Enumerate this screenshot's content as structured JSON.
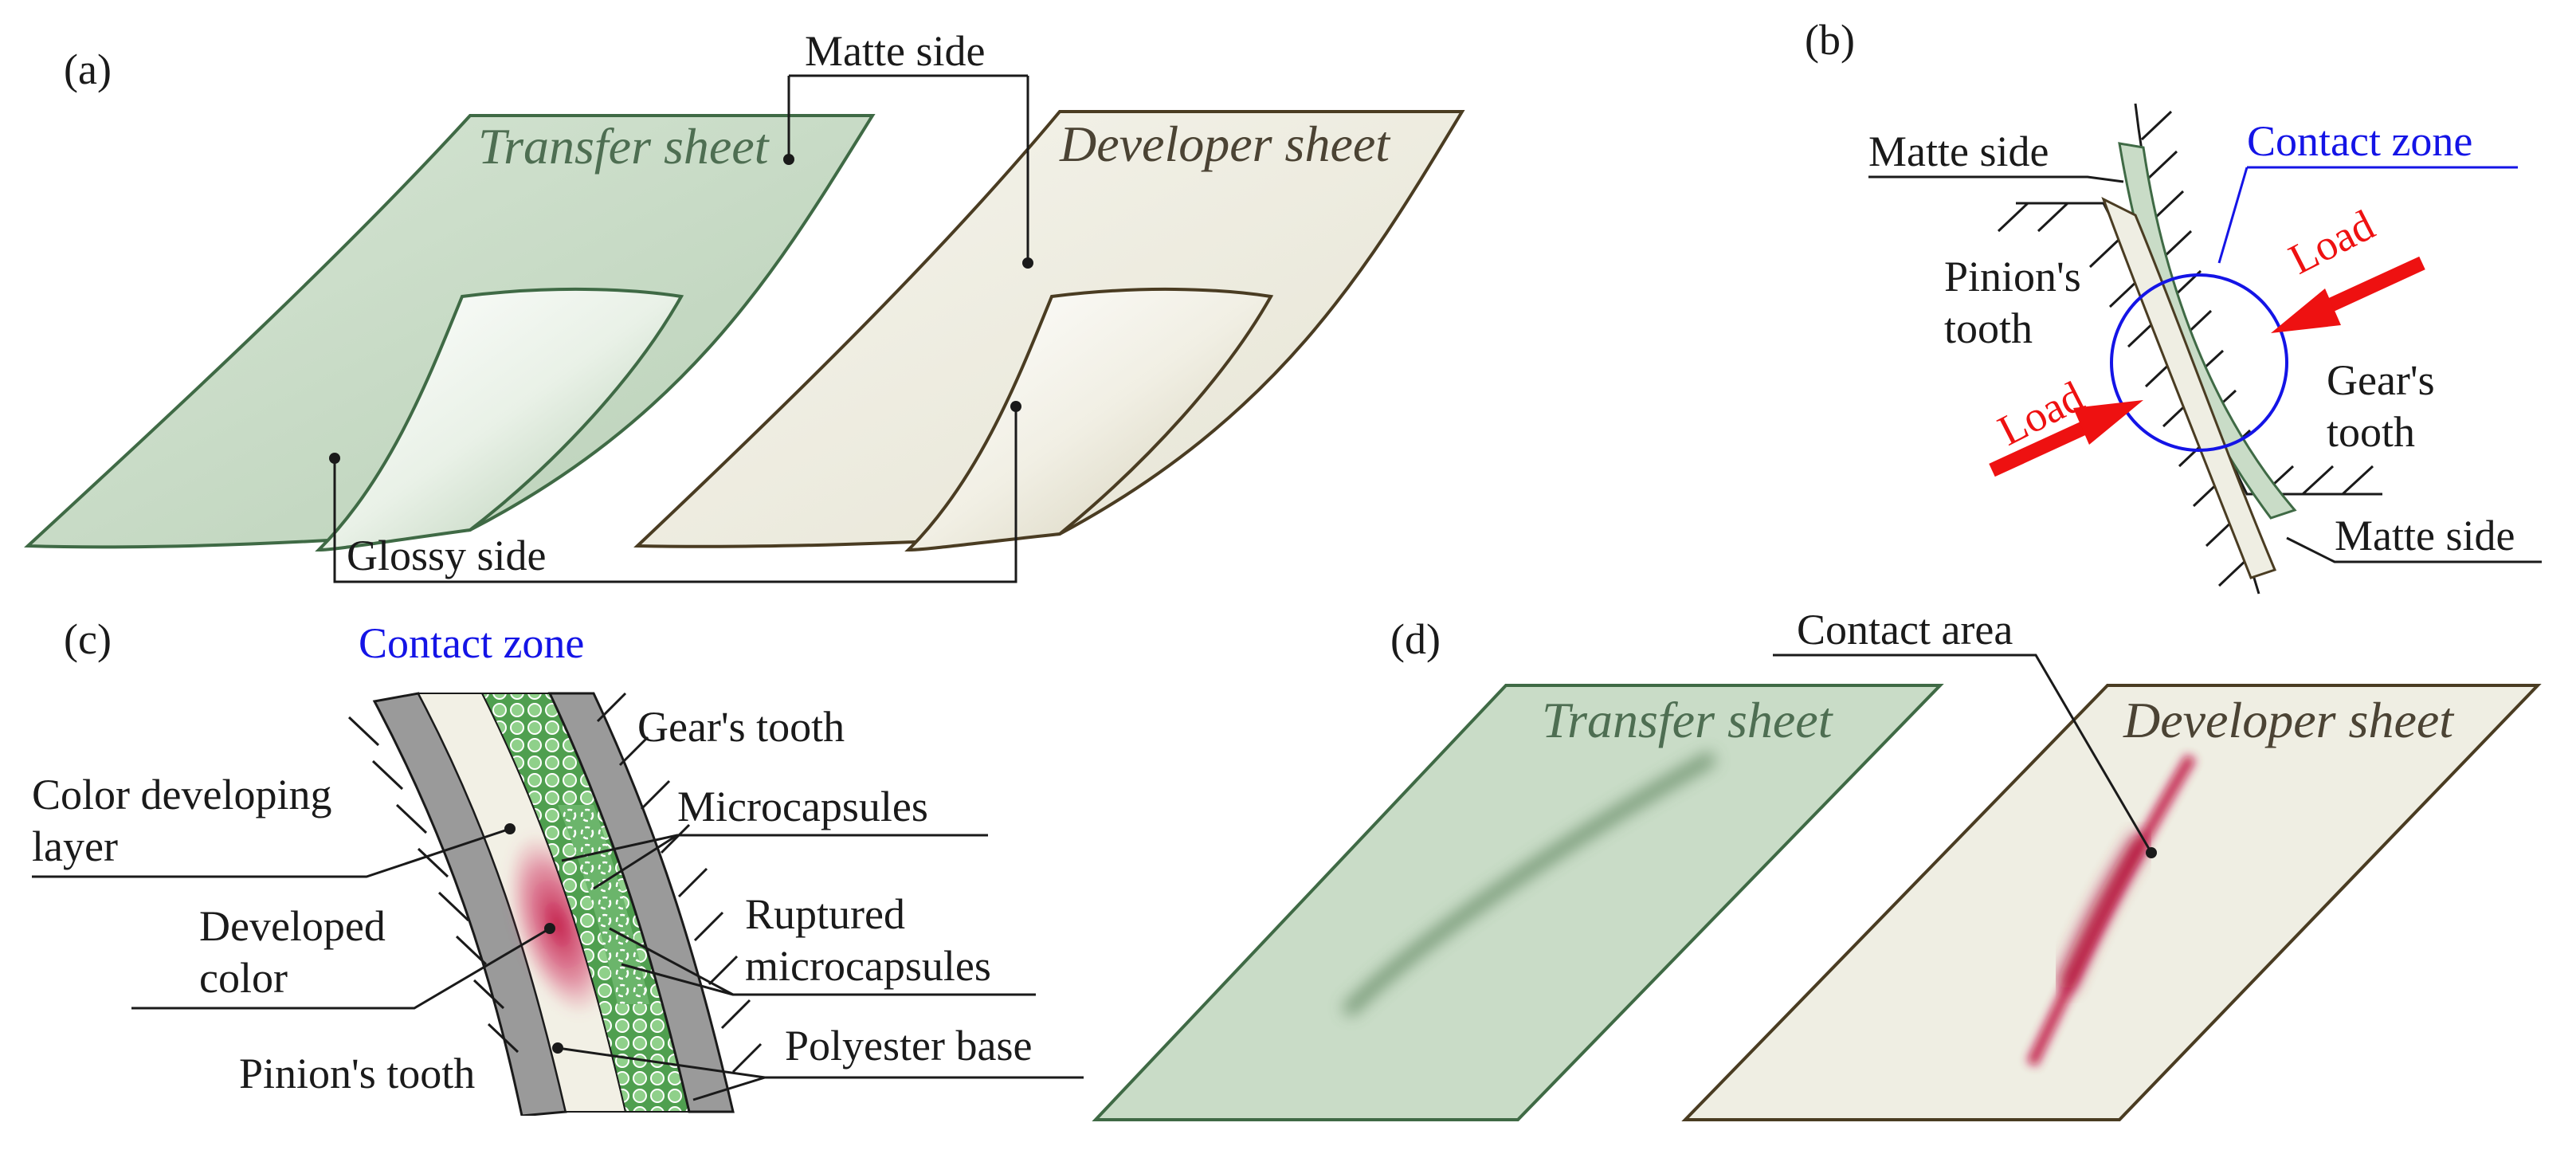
{
  "panels": {
    "a": {
      "tag": "(a)",
      "transfer_sheet": "Transfer sheet",
      "developer_sheet": "Developer sheet",
      "matte_side": "Matte side",
      "glossy_side": "Glossy side"
    },
    "b": {
      "tag": "(b)",
      "matte_side_top": "Matte side",
      "contact_zone": "Contact zone",
      "pinion_tooth_line1": "Pinion's",
      "pinion_tooth_line2": "tooth",
      "load_upper": "Load",
      "load_lower": "Load",
      "gear_tooth_line1": "Gear's",
      "gear_tooth_line2": "tooth",
      "matte_side_bottom": "Matte side"
    },
    "c": {
      "tag": "(c)",
      "contact_zone": "Contact zone",
      "gear_tooth": "Gear's tooth",
      "color_layer_line1": "Color developing",
      "color_layer_line2": "layer",
      "microcapsules": "Microcapsules",
      "developed_color_line1": "Developed",
      "developed_color_line2": "color",
      "ruptured_line1": "Ruptured",
      "ruptured_line2": "microcapsules",
      "pinion_tooth": "Pinion's tooth",
      "polyester_base": "Polyester base"
    },
    "d": {
      "tag": "(d)",
      "contact_area": "Contact area",
      "transfer_sheet": "Transfer sheet",
      "developer_sheet": "Developer sheet"
    }
  },
  "colors": {
    "transfer_fill": "#c9dcc7",
    "developer_fill": "#efeee3",
    "contact_zone_blue": "#1414e6",
    "load_red": "#ee1111",
    "developed_color": "#c01040",
    "microcapsule_green": "#5fae5f"
  }
}
